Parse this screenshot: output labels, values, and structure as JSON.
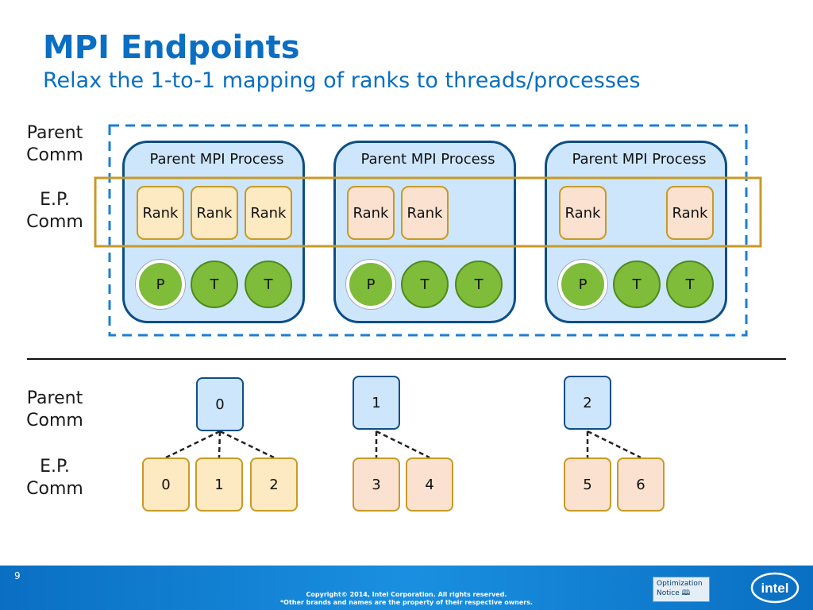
{
  "slide": {
    "title": "MPI Endpoints",
    "subtitle": "Relax the 1-to-1 mapping of ranks to threads/processes",
    "page_number": "9"
  },
  "top_diagram": {
    "labels": {
      "parent_comm": [
        "Parent",
        "Comm"
      ],
      "ep_comm": [
        "E.P.",
        "Comm"
      ]
    },
    "process_title": "Parent MPI Process",
    "rank_label": "Rank",
    "processes": [
      {
        "title": "Parent MPI Process",
        "ranks": [
          "Rank",
          "Rank",
          "Rank"
        ],
        "threads": [
          "P",
          "T",
          "T"
        ]
      },
      {
        "title": "Parent MPI Process",
        "ranks": [
          "Rank",
          "Rank"
        ],
        "threads": [
          "P",
          "T",
          "T"
        ]
      },
      {
        "title": "Parent MPI Process",
        "ranks": [
          "Rank",
          "Rank"
        ],
        "threads": [
          "P",
          "T",
          "T"
        ]
      }
    ]
  },
  "bottom_diagram": {
    "labels": {
      "parent_comm": [
        "Parent",
        "Comm"
      ],
      "ep_comm": [
        "E.P.",
        "Comm"
      ]
    },
    "parents": [
      {
        "id": "0",
        "children": [
          "0",
          "1",
          "2"
        ]
      },
      {
        "id": "1",
        "children": [
          "3",
          "4"
        ]
      },
      {
        "id": "2",
        "children": [
          "5",
          "6"
        ]
      }
    ]
  },
  "footer": {
    "copyright_line1": "Copyright© 2014, Intel Corporation. All rights reserved.",
    "copyright_line2": "*Other brands and names are the property of their respective owners.",
    "optimization_notice": [
      "Optimization",
      "Notice"
    ],
    "logo": "intel"
  },
  "colors": {
    "title_blue": "#0a6fc2",
    "process_fill": "#cde6fb",
    "process_border": "#0d4e86",
    "rank_fill": "#fde9c2",
    "rank_border": "#c89a26",
    "thread_green": "#7ebc3a",
    "ep_box": "#c89a26",
    "dash_blue": "#1a7fd6"
  }
}
